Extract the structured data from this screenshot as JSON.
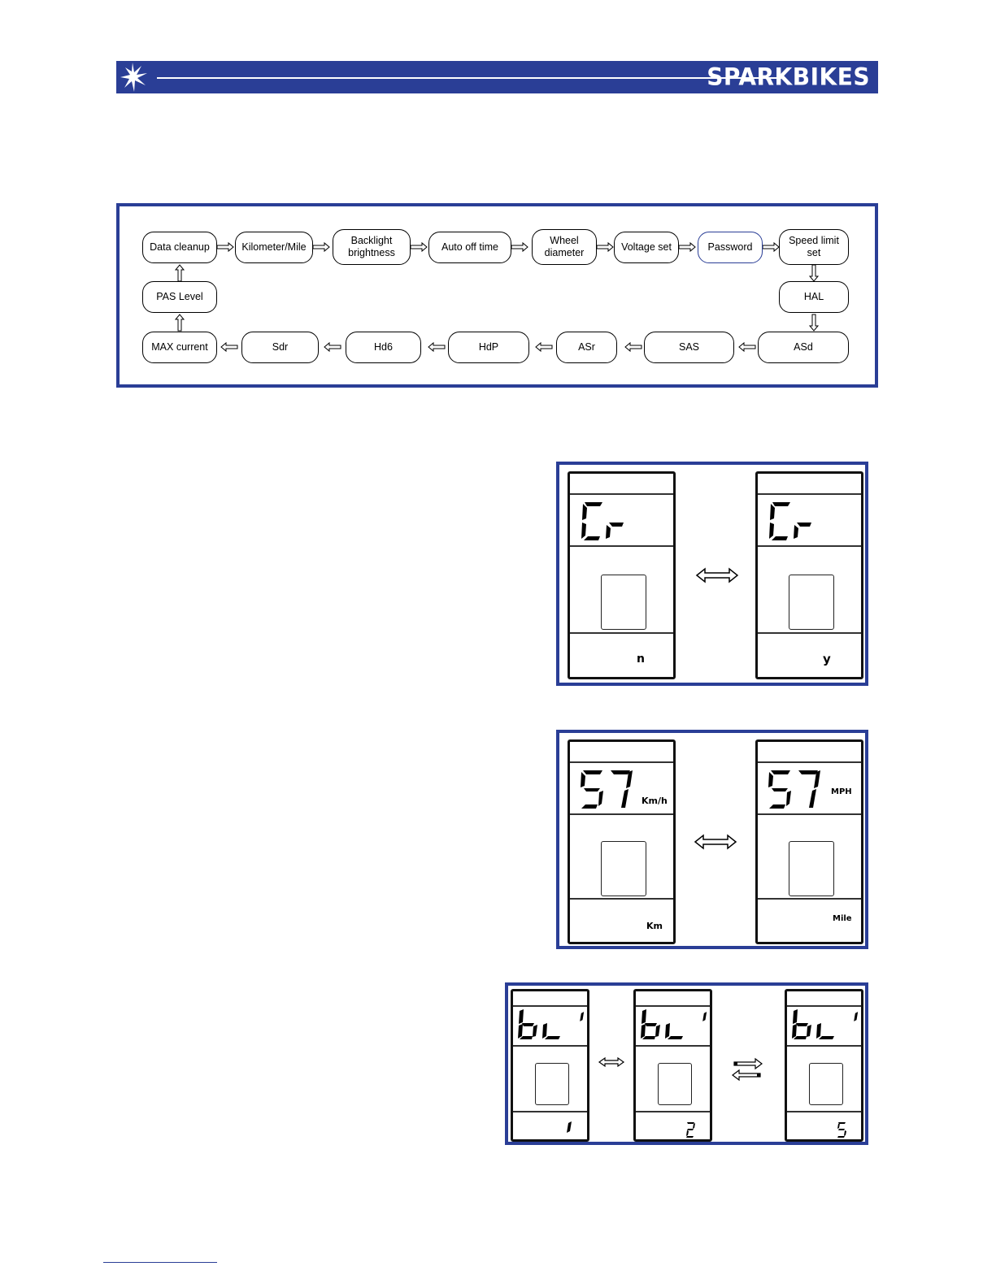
{
  "header": {
    "brand": "SPARKBIKES",
    "brand_color": "#2a3e96"
  },
  "flowchart": {
    "nodes": [
      {
        "id": "data-cleanup",
        "label": "Data cleanup"
      },
      {
        "id": "kilometer-mile",
        "label": "Kilometer/Mile"
      },
      {
        "id": "backlight-brightness",
        "label": "Backlight\nbrightness"
      },
      {
        "id": "auto-off-time",
        "label": "Auto off time"
      },
      {
        "id": "wheel-diameter",
        "label": "Wheel\ndiameter"
      },
      {
        "id": "voltage-set",
        "label": "Voltage set"
      },
      {
        "id": "password",
        "label": "Password"
      },
      {
        "id": "speed-limit-set",
        "label": "Speed limit\nset"
      },
      {
        "id": "hal",
        "label": "HAL"
      },
      {
        "id": "asd",
        "label": "ASd"
      },
      {
        "id": "sas",
        "label": "SAS"
      },
      {
        "id": "asr",
        "label": "ASr"
      },
      {
        "id": "hdp",
        "label": "HdP"
      },
      {
        "id": "hd6",
        "label": "Hd6"
      },
      {
        "id": "sdr",
        "label": "Sdr"
      },
      {
        "id": "max-current",
        "label": "MAX current"
      },
      {
        "id": "pas-level",
        "label": "PAS Level"
      }
    ]
  },
  "panels": {
    "cleanup": {
      "left_bottom": "n",
      "right_bottom": "y",
      "top_code": "Cr"
    },
    "units": {
      "top_value": "57",
      "left_unit": "Km/h",
      "right_unit": "MPH",
      "left_bottom": "Km",
      "right_bottom": "Mile"
    },
    "backlight": {
      "top_code": "bL",
      "indicator": "1",
      "values": [
        "1",
        "2",
        "5"
      ]
    }
  }
}
